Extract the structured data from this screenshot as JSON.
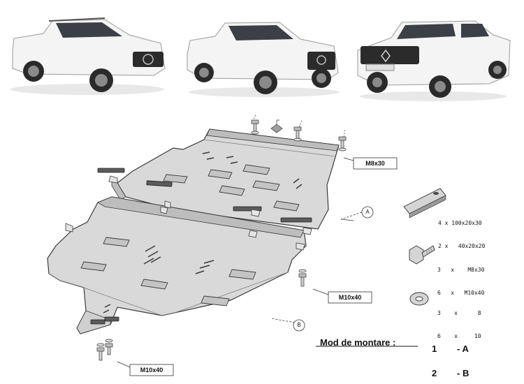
{
  "callouts": {
    "top_bolt": "M8x30",
    "mid_bolt": "M10x40",
    "bottom_bolt": "M10x40",
    "plate_a": "A",
    "plate_b": "B"
  },
  "kit": {
    "brackets": [
      "4 x 100x20x30",
      "2 x   40x20x20"
    ],
    "bolts": [
      "3   x    M8x30",
      "6   x   M10x40"
    ],
    "washers": [
      "3    x      8",
      "6    x     10"
    ]
  },
  "mounting": {
    "title": "Mod de montare  :",
    "options": [
      {
        "num": "1",
        "code": "- A"
      },
      {
        "num": "2",
        "code": "- B"
      }
    ]
  },
  "colors": {
    "plate_fill": "#d9d9d9",
    "plate_stroke": "#3a3a3a",
    "truck_body": "#f4f4f4"
  }
}
